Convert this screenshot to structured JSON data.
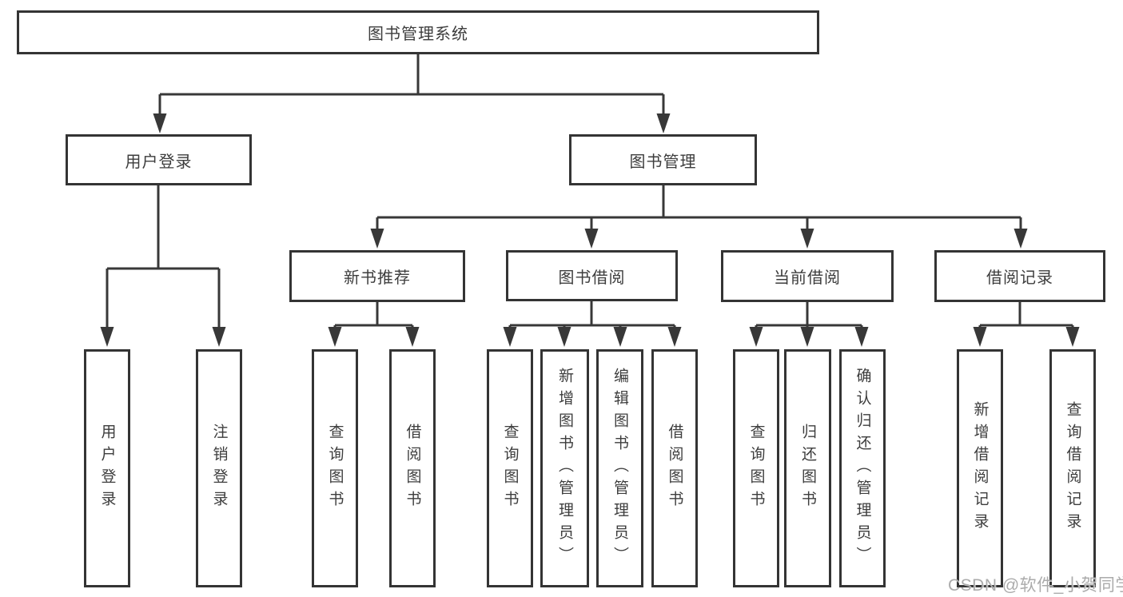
{
  "diagram": {
    "type": "tree",
    "title": "图书管理系统",
    "colors": {
      "line": "#383838",
      "box_border": "#343434",
      "text": "#3d3d3d",
      "background": "#ffffff",
      "watermark_text": "#ababab"
    },
    "watermark": {
      "text": "CSDN @软件_小贺同学"
    },
    "tree": {
      "root": {
        "label": "图书管理系统",
        "children": [
          {
            "label": "用户登录",
            "children": [
              {
                "label": "用户登录"
              },
              {
                "label": "注销登录"
              }
            ]
          },
          {
            "label": "图书管理",
            "children": [
              {
                "label": "新书推荐",
                "children": [
                  {
                    "label": "查询图书"
                  },
                  {
                    "label": "借阅图书"
                  }
                ]
              },
              {
                "label": "图书借阅",
                "children": [
                  {
                    "label": "查询图书"
                  },
                  {
                    "label": "新增图书（管理员）"
                  },
                  {
                    "label": "编辑图书（管理员）"
                  },
                  {
                    "label": "借阅图书"
                  }
                ]
              },
              {
                "label": "当前借阅",
                "children": [
                  {
                    "label": "查询图书"
                  },
                  {
                    "label": "归还图书"
                  },
                  {
                    "label": "确认归还（管理员）"
                  }
                ]
              },
              {
                "label": "借阅记录",
                "children": [
                  {
                    "label": "新增借阅记录"
                  },
                  {
                    "label": "查询借阅记录"
                  }
                ]
              }
            ]
          }
        ]
      }
    }
  }
}
